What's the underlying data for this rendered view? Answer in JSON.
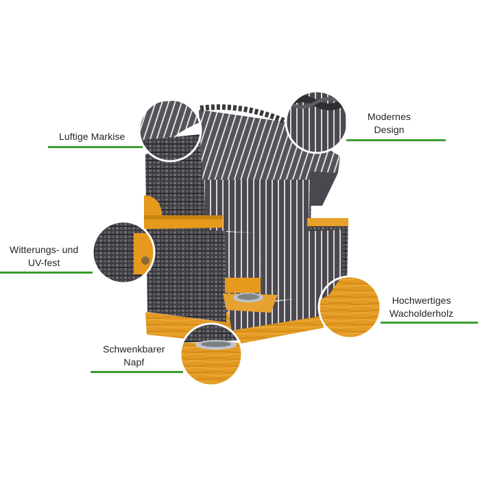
{
  "accent_color": "#3a9c2e",
  "stripe_color": "#4b484f",
  "wood_color": "#e59a1e",
  "callouts": [
    {
      "text": "Luftige Markise",
      "icon": "canopy-closeup"
    },
    {
      "text": "Modernes\nDesign",
      "icon": "braid-closeup"
    },
    {
      "text": "Witterungs- und\nUV-fest",
      "icon": "wicker-closeup"
    },
    {
      "text": "Hochwertiges\nWacholderholz",
      "icon": "wood-grain-closeup"
    },
    {
      "text": "Schwenkbarer\nNapf",
      "icon": "bowl-closeup"
    }
  ]
}
